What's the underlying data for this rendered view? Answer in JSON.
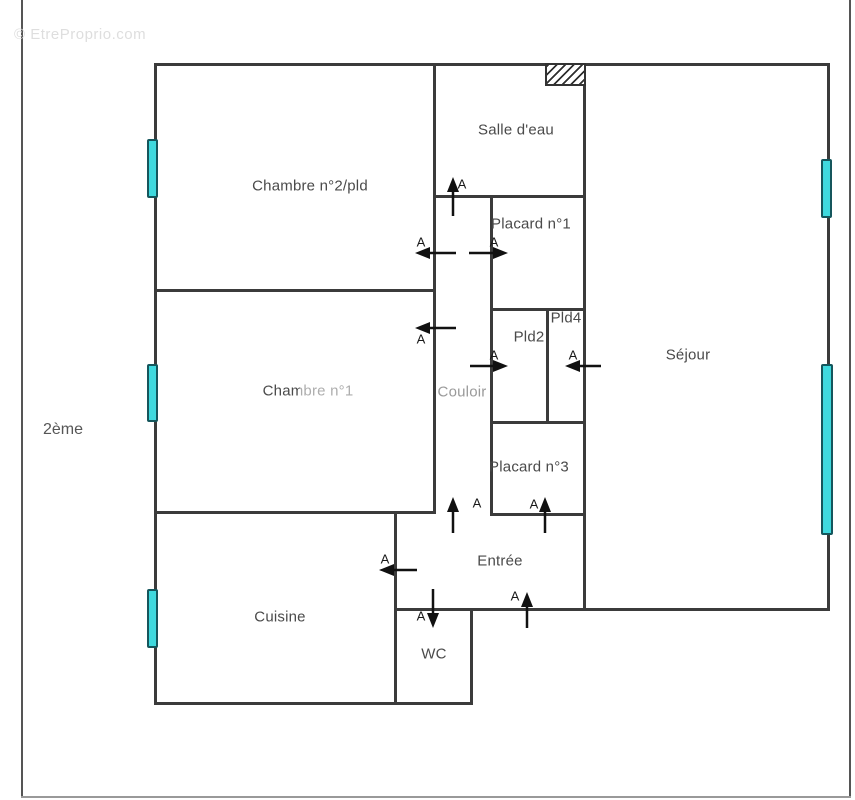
{
  "watermark": "© EtreProprio.com",
  "floor_label": "2ème",
  "door_marker": "A",
  "rooms": {
    "salle_deau": "Salle d'eau",
    "chambre2": "Chambre n°2/pld",
    "placard1": "Placard n°1",
    "pld2": "Pld2",
    "pld4": "Pld4",
    "sejour": "Séjour",
    "chambre1": "Chambre n°1",
    "couloir": "Couloir",
    "placard3": "Placard n°3",
    "entree": "Entrée",
    "cuisine": "Cuisine",
    "wc": "WC"
  },
  "doors": [
    {
      "at": "Salle d'eau",
      "marker": "A",
      "direction": "up"
    },
    {
      "at": "Chambre n°2/pld",
      "marker": "A",
      "direction": "left"
    },
    {
      "at": "Placard n°1",
      "marker": "A",
      "direction": "right"
    },
    {
      "at": "Chambre n°1",
      "marker": "A",
      "direction": "left"
    },
    {
      "at": "Pld2",
      "marker": "A",
      "direction": "right"
    },
    {
      "at": "Pld4",
      "marker": "A",
      "direction": "left"
    },
    {
      "at": "Couloir → Entrée",
      "marker": "A",
      "direction": "up"
    },
    {
      "at": "Placard n°3",
      "marker": "A",
      "direction": "up"
    },
    {
      "at": "Cuisine",
      "marker": "A",
      "direction": "left"
    },
    {
      "at": "WC",
      "marker": "A",
      "direction": "down"
    },
    {
      "at": "Entrée (porte d'entrée)",
      "marker": "A",
      "direction": "up"
    }
  ],
  "colors": {
    "wall": "#3b3b3b",
    "window_fill": "#3fd9de",
    "window_border": "#15565c",
    "arrow": "#111111",
    "label": "#4a4a4a",
    "couloir_label": "#9a9a9a",
    "watermark": "#dedede",
    "frame": "#555555"
  }
}
